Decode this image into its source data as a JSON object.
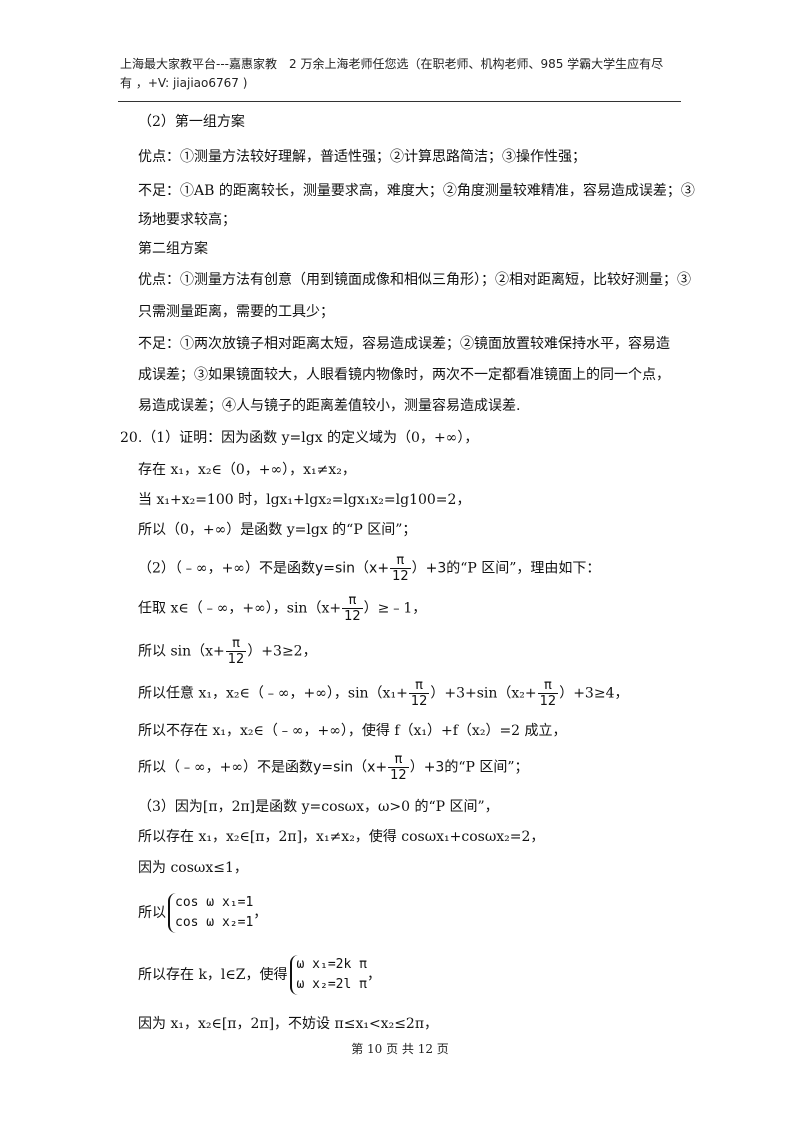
{
  "header": {
    "line1": "上海最大家教平台---嘉惠家教　2 万余上海老师任您选（在职老师、机构老师、985 学霸大学生应有尽",
    "line2": "有 ，+V: jiajiao6767 )"
  },
  "content": {
    "l1": "（2）第一组方案",
    "l2": "优点：①测量方法较好理解，普适性强；②计算思路简洁；③操作性强；",
    "l3": "不足：①AB 的距离较长，测量要求高，难度大；②角度测量较难精准，容易造成误差；③",
    "l4": "场地要求较高；",
    "l5": "第二组方案",
    "l6": "优点：①测量方法有创意（用到镜面成像和相似三角形）；②相对距离短，比较好测量；③",
    "l7": "只需测量距离，需要的工具少；",
    "l8": "不足：①两次放镜子相对距离太短，容易造成误差；②镜面放置较难保持水平，容易造",
    "l9": "成误差；③如果镜面较大，人眼看镜内物像时，两次不一定都看准镜面上的同一个点，",
    "l10": "易造成误差；④人与镜子的距离差值较小，测量容易造成误差.",
    "l11": "20.（1）证明：因为函数 y=lgx 的定义域为（0，+∞），",
    "l12": "存在 x₁，x₂∈（0，+∞），x₁≠x₂，",
    "l13": "当 x₁+x₂=100 时，lgx₁+lgx₂=lgx₁x₂=lg100=2，",
    "l14": "所以（0，+∞）是函数 y=lgx 的“P 区间”；",
    "l15a": "（2）（﹣∞，+∞）不是函数",
    "l15b": "y=sin（x+",
    "l15c": "）+3",
    "l15d": "的“P 区间”，理由如下：",
    "l16a": "任取 x∈（﹣∞，+∞），sin（x+",
    "l16b": "）≥﹣1，",
    "l17a": "所以 sin（x+",
    "l17b": "）+3≥2，",
    "l18a": "所以任意 x₁，x₂∈（﹣∞，+∞），sin（x₁+",
    "l18b": "）+3+sin（x₂+",
    "l18c": "）+3≥4，",
    "l19": "所以不存在 x₁，x₂∈（﹣∞，+∞），使得 f（x₁）+f（x₂）=2 成立，",
    "l20a": "所以（﹣∞，+∞）不是函数",
    "l20b": "y=sin（x+",
    "l20c": "）+3",
    "l20d": "的“P 区间”；",
    "l21": "（3）因为[π，2π]是函数 y=cosωx，ω>0 的“P 区间”，",
    "l22": "所以存在 x₁，x₂∈[π，2π]，x₁≠x₂，使得 cosωx₁+cosωx₂=2，",
    "l23": "因为 cosωx≤1，",
    "l24a": "所以",
    "l24s1": "cos ω  x₁=1",
    "l24s2": "cos ω  x₂=1",
    "l24b": "，",
    "l25a": "所以存在 k，l∈Z，使得",
    "l25s1": "ω  x₁=2k π",
    "l25s2": "ω  x₂=2l π",
    "l25b": "，",
    "l26": "因为 x₁，x₂∈[π，2π]，不妨设 π≤x₁<x₂≤2π，"
  },
  "frac": {
    "num": "π",
    "den": "12"
  },
  "footer": "第 10 页 共 12 页"
}
